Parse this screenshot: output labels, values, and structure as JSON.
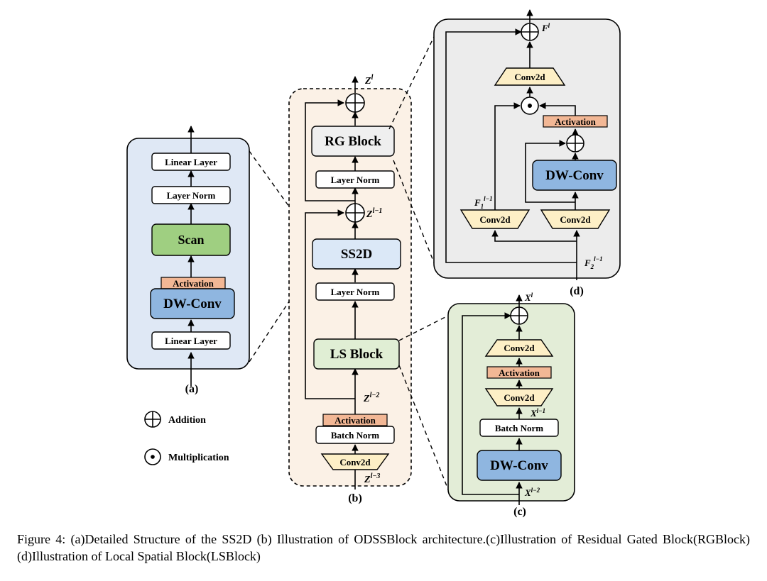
{
  "panel_a": {
    "label": "(a)",
    "linear_top": "Linear Layer",
    "layer_norm": "Layer Norm",
    "scan": "Scan",
    "activation": "Activation",
    "dwconv": "DW-Conv",
    "linear_bottom": "Linear Layer"
  },
  "legend": {
    "addition": "Addition",
    "multiplication": "Multiplication"
  },
  "panel_b": {
    "label": "(b)",
    "z_l": "Z",
    "z_l_sup": "l",
    "z_l1": "Z",
    "z_l1_sup": "l−1",
    "z_l2": "Z",
    "z_l2_sup": "l−2",
    "z_l3": "Z",
    "z_l3_sup": "l−3",
    "rg_block": "RG Block",
    "layer_norm_top": "Layer Norm",
    "ss2d": "SS2D",
    "layer_norm_mid": "Layer Norm",
    "ls_block": "LS Block",
    "activation": "Activation",
    "batch_norm": "Batch Norm",
    "conv2d": "Conv2d"
  },
  "panel_c": {
    "label": "(c)",
    "x_l": "X",
    "x_l_sup": "l",
    "x_l1": "X",
    "x_l1_sup": "l−1",
    "x_l2": "X",
    "x_l2_sup": "l−2",
    "conv2d_top": "Conv2d",
    "activation": "Activation",
    "conv2d_bottom": "Conv2d",
    "batch_norm": "Batch Norm",
    "dwconv": "DW-Conv"
  },
  "panel_d": {
    "label": "(d)",
    "f_l": "F",
    "f_l_sup": "l",
    "f1": "F",
    "f1_sub": "1",
    "f1_sup": "l−1",
    "f2": "F",
    "f2_sub": "2",
    "f2_sup": "l−1",
    "conv2d_top": "Conv2d",
    "activation": "Activation",
    "dwconv": "DW-Conv",
    "conv2d_left": "Conv2d",
    "conv2d_right": "Conv2d"
  },
  "caption": "Figure 4: (a)Detailed Structure of the SS2D (b) Illustration of ODSSBlock architecture.(c)Illustration of Residual Gated Block(RGBlock)(d)Illustration of Local Spatial Block(LSBlock)",
  "colors": {
    "panel_a_bg": "#dfe8f5",
    "panel_b_bg": "#fbf1e6",
    "panel_c_bg": "#e3edd7",
    "panel_d_bg": "#ececec",
    "white_box": "#ffffff",
    "green_box": "#9fcf81",
    "blue_box": "#8fb6e0",
    "orange_box": "#f2b795",
    "yellow_trap": "#fdefc6",
    "ss2d_box": "#dbe8f7",
    "ls_box": "#e0eed4",
    "rg_box": "#efefef"
  }
}
